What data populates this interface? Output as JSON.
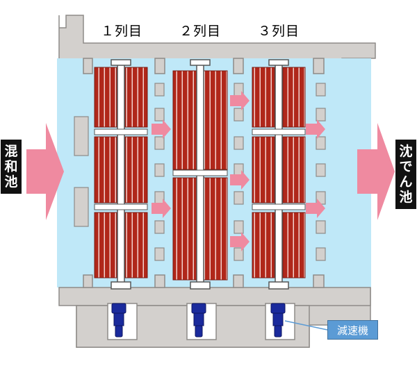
{
  "inlet_label": "混和池",
  "outlet_label": "沈でん池",
  "column_labels": [
    "１列目",
    "２列目",
    "３列目"
  ],
  "reducer_label": "減速機",
  "colors": {
    "wall": "#d3d0cd",
    "water": "#bfe8f8",
    "paddle": "#b0271a",
    "flow_arrow": "#ef8aa0",
    "motor": "#1a2a9c",
    "label_box": "#5b9bd5"
  }
}
